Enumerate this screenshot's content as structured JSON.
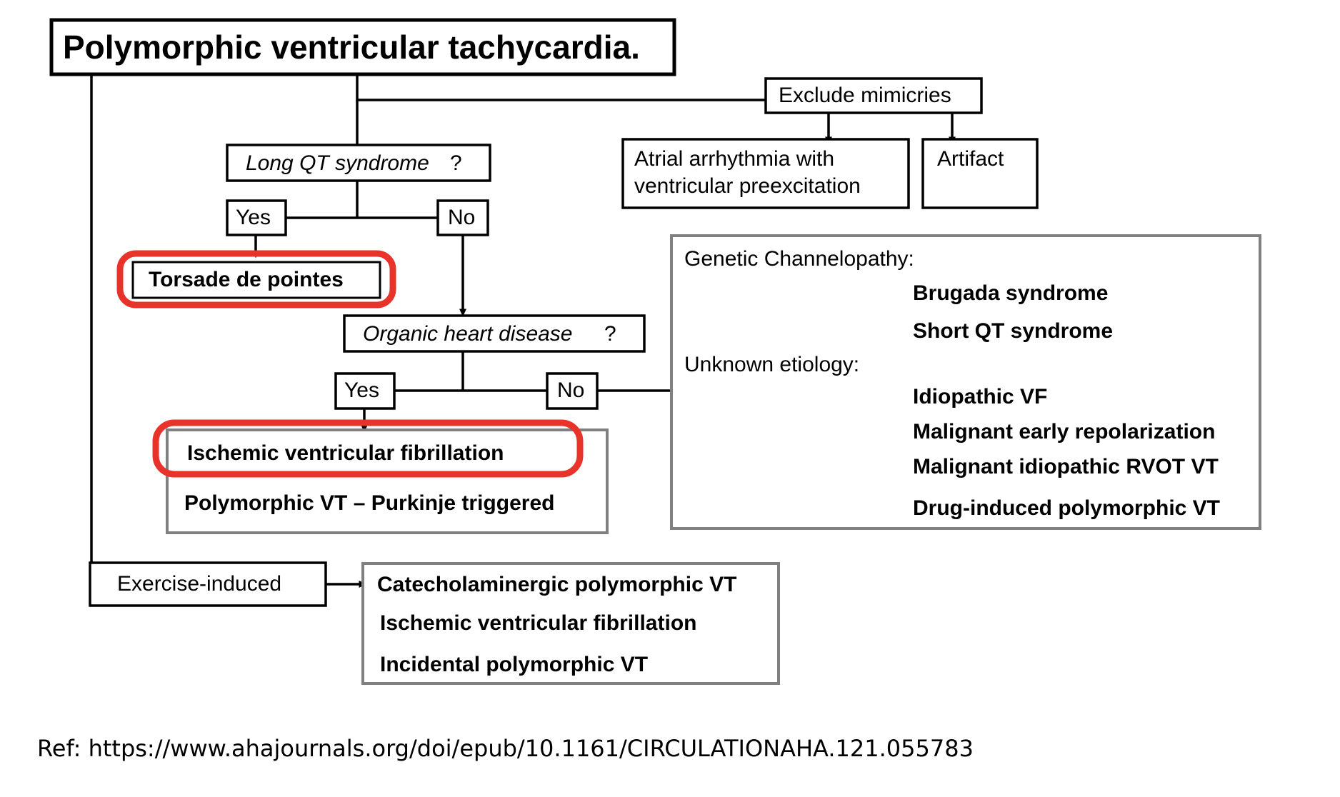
{
  "diagram": {
    "title": "Polymorphic ventricular tachycardia.",
    "nodes": {
      "exclude_mimicries": "Exclude mimicries",
      "atrial_arrhythmia_line1": "Atrial arrhythmia with",
      "atrial_arrhythmia_line2": "ventricular preexcitation",
      "artifact": "Artifact",
      "long_qt_question": "Long QT syndrome",
      "long_qt_question_mark": "?",
      "long_qt_yes": "Yes",
      "long_qt_no": "No",
      "torsade_de_pointes": "Torsade de pointes",
      "organic_heart_question": "Organic heart disease",
      "organic_heart_question_mark": "?",
      "organic_yes": "Yes",
      "organic_no": "No",
      "ischemic_vf": "Ischemic ventricular fibrillation",
      "polymorphic_vt_purkinje": "Polymorphic VT – Purkinje triggered",
      "exercise_induced": "Exercise-induced",
      "catecholaminergic_vt": "Catecholaminergic polymorphic VT",
      "exercise_ischemic_vf": "Ischemic ventricular fibrillation",
      "incidental_vt": "Incidental polymorphic VT"
    },
    "etiology_panel": {
      "heading_genetic": "Genetic Channelopathy:",
      "genetic_items": [
        "Brugada syndrome",
        "Short QT syndrome"
      ],
      "heading_unknown": "Unknown etiology:",
      "unknown_items": [
        "Idiopathic VF",
        "Malignant early repolarization",
        "Malignant idiopathic RVOT VT",
        "Drug-induced polymorphic VT"
      ]
    },
    "reference": "Ref:  https://www.ahajournals.org/doi/epub/10.1161/CIRCULATIONAHA.121.055783",
    "colors": {
      "highlight": "#e8332a",
      "outline": "#000000",
      "gray_outline": "#808080",
      "background": "#ffffff"
    }
  }
}
